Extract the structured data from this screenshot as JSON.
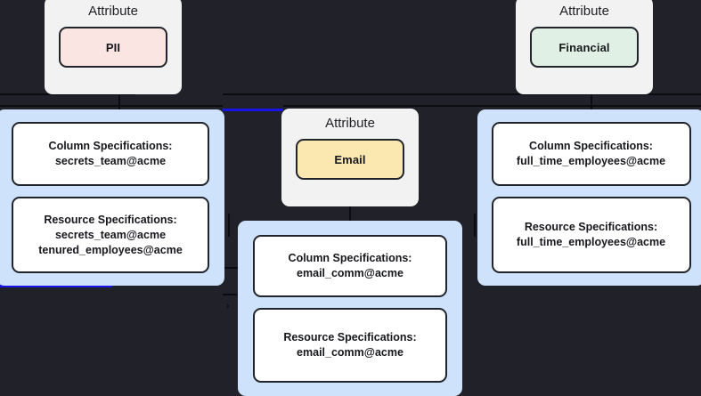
{
  "canvas": {
    "background_color": "#212229",
    "panel_color": "#cfe2fb",
    "node_color": "#f2f2f3",
    "edge_color": "#0b0c0f",
    "highlight_edge_color": "#1814e8"
  },
  "nodes": {
    "attribute_pii": {
      "title": "Attribute",
      "chip_label": "PII",
      "chip_color": "#fbe5e3"
    },
    "attribute_financial": {
      "title": "Attribute",
      "chip_label": "Financial",
      "chip_color": "#e0f0e4"
    },
    "attribute_email": {
      "title": "Attribute",
      "chip_label": "Email",
      "chip_color": "#fbe7b0"
    }
  },
  "groups": {
    "secrets_team": {
      "cards": [
        {
          "name": "column-specifications-card",
          "lines": [
            "Column Specifications:",
            "secrets_team@acme"
          ]
        },
        {
          "name": "resource-specifications-card",
          "lines": [
            "Resource Specifications:",
            "secrets_team@acme",
            "tenured_employees@acme"
          ]
        }
      ]
    },
    "email_comm": {
      "cards": [
        {
          "name": "column-specifications-card",
          "lines": [
            "Column Specifications:",
            "email_comm@acme"
          ]
        },
        {
          "name": "resource-specifications-card",
          "lines": [
            "Resource Specifications:",
            "email_comm@acme"
          ]
        }
      ]
    },
    "full_time_employees": {
      "cards": [
        {
          "name": "column-specifications-card",
          "lines": [
            "Column Specifications:",
            "full_time_employees@acme"
          ]
        },
        {
          "name": "resource-specifications-card",
          "lines": [
            "Resource Specifications:",
            "full_time_employees@acme"
          ]
        }
      ]
    }
  },
  "markers": {
    "expand_chevron": "›"
  }
}
